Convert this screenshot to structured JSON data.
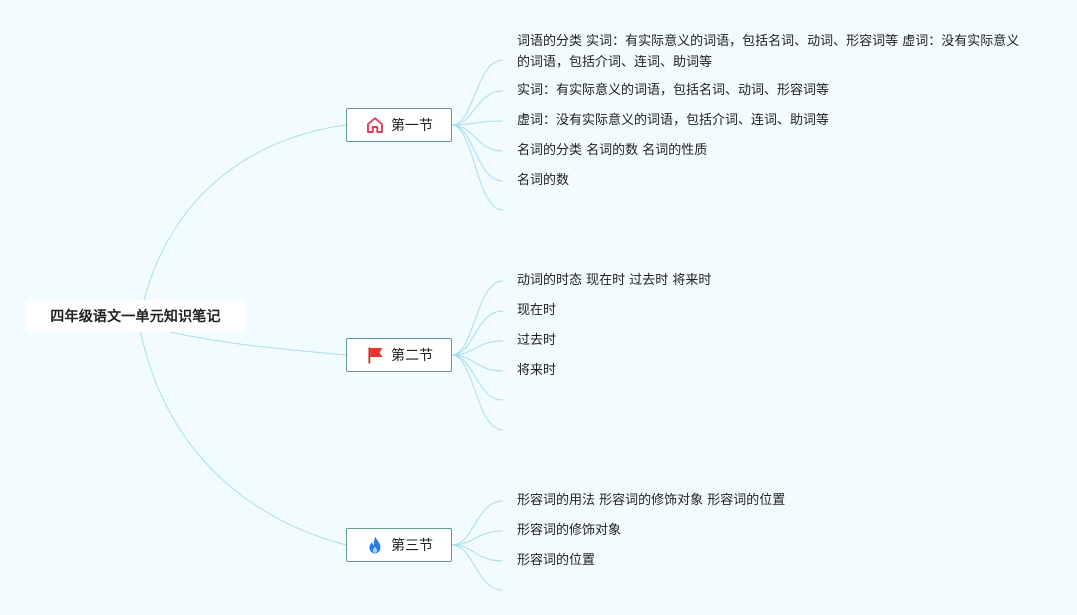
{
  "root": {
    "label": "四年级语文一单元知识笔记"
  },
  "sections": [
    {
      "label": "第一节",
      "icon": "home-icon",
      "icon_color": "#E23B5B",
      "items": [
        "词语的分类 实词：有实际意义的词语，包括名词、动词、形容词等 虚词：没有实际意义的词语，包括介词、连词、助词等",
        "实词：有实际意义的词语，包括名词、动词、形容词等",
        "虚词：没有实际意义的词语，包括介词、连词、助词等",
        "名词的分类 名词的数 名词的性质",
        "名词的数"
      ]
    },
    {
      "label": "第二节",
      "icon": "flag-icon",
      "icon_color": "#E8352B",
      "items": [
        "动词的时态 现在时 过去时 将来时",
        "现在时",
        "过去时",
        "将来时"
      ]
    },
    {
      "label": "第三节",
      "icon": "flame-icon",
      "icon_color": "#2A7DE1",
      "items": [
        "形容词的用法 形容词的修饰对象 形容词的位置",
        "形容词的修饰对象",
        "形容词的位置"
      ]
    }
  ],
  "colors": {
    "background": "#F2FBFD",
    "connector": "#A9DDF0",
    "section_border": "#5E9A92"
  }
}
